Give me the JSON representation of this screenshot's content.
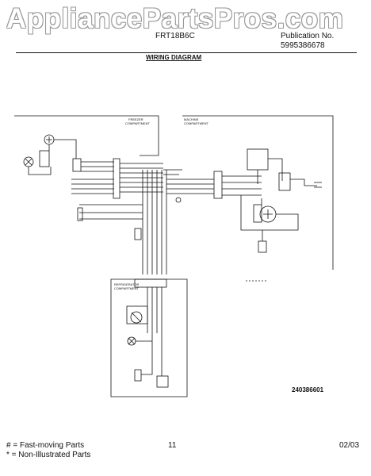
{
  "watermark": "AppliancePartsPros.com",
  "header": {
    "model": "FRT18B6C",
    "publication_label": "Publication No.",
    "publication_number": "5995386678",
    "diagram_title": "WIRING DIAGRAM"
  },
  "compartments": {
    "freezer": [
      "FREEZER",
      "COMPARTMENT"
    ],
    "machine": [
      "MACHINE",
      "COMPARTMENT"
    ],
    "refrigerator": [
      "REFRIGERATOR",
      "COMPARTMENT"
    ]
  },
  "part_number": "240386601",
  "footer": {
    "fast_moving": "# = Fast-moving Parts",
    "non_illustrated": "* = Non-Illustrated Parts",
    "page": "11",
    "date": "02/03"
  }
}
